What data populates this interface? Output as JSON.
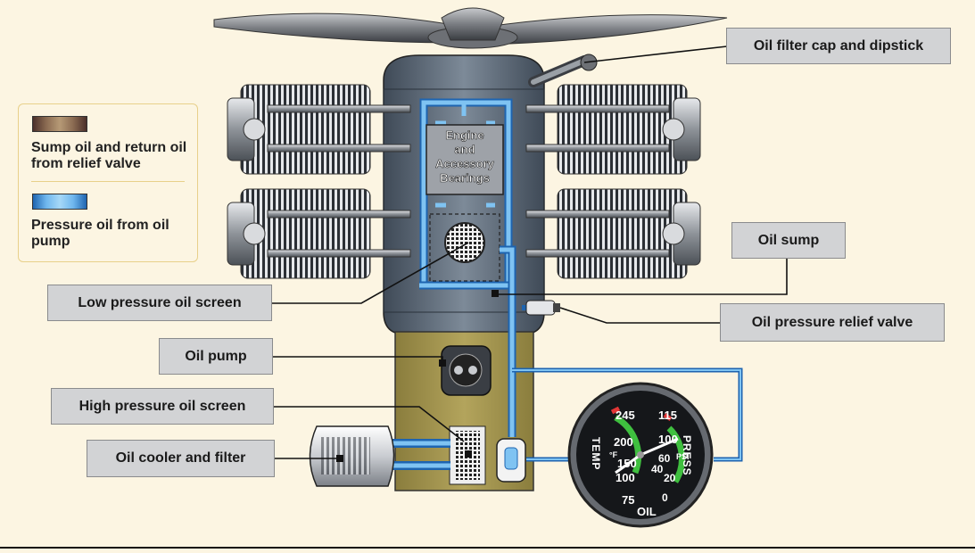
{
  "legend": {
    "sump_label": "Sump oil and return oil from relief valve",
    "pressure_label": "Pressure oil from oil pump",
    "sump_color": "#8b6b52",
    "pressure_color": "#6fb7ee"
  },
  "callouts": {
    "oil_filter_cap": "Oil filter cap and dipstick",
    "oil_sump": "Oil sump",
    "low_pressure_screen": "Low pressure oil screen",
    "relief_valve": "Oil pressure relief valve",
    "oil_pump": "Oil pump",
    "high_pressure_screen": "High pressure oil screen",
    "oil_cooler": "Oil cooler and filter"
  },
  "engine_block_label": [
    "Engine",
    "and",
    "Accessory",
    "Bearings"
  ],
  "gauge": {
    "temp_label": "TEMP",
    "temp_unit": "°F",
    "press_label": "PRESS",
    "press_unit": "PSI",
    "bottom_label": "OIL",
    "temp_ticks": [
      "245",
      "200",
      "150",
      "100",
      "75"
    ],
    "press_ticks": [
      "115",
      "100",
      "60",
      "40",
      "20",
      "0"
    ]
  }
}
